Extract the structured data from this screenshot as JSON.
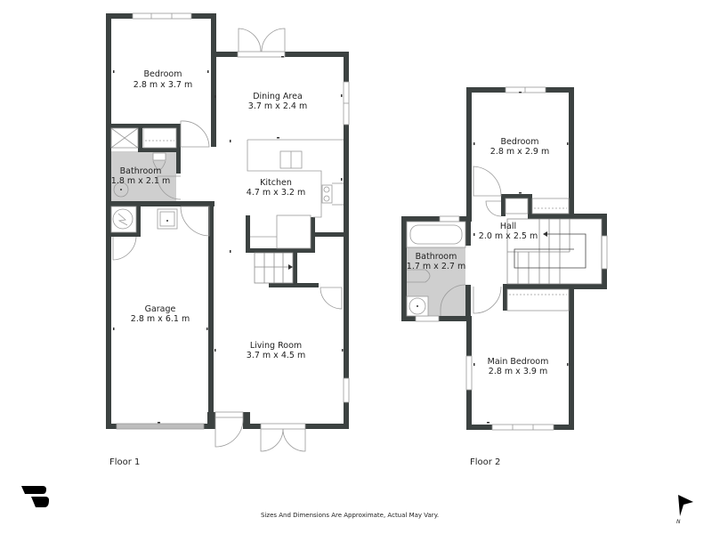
{
  "floors": [
    {
      "label": "Floor 1",
      "rooms": [
        {
          "name": "Bedroom",
          "size": "2.8 m x 3.7 m"
        },
        {
          "name": "Dining Area",
          "size": "3.7 m x 2.4 m"
        },
        {
          "name": "Bathroom",
          "size": "1.8 m x 2.1 m"
        },
        {
          "name": "Kitchen",
          "size": "4.7 m x 3.2 m"
        },
        {
          "name": "Garage",
          "size": "2.8 m x 6.1 m"
        },
        {
          "name": "Living Room",
          "size": "3.7 m x 4.5 m"
        }
      ]
    },
    {
      "label": "Floor 2",
      "rooms": [
        {
          "name": "Bedroom",
          "size": "2.8 m x 2.9 m"
        },
        {
          "name": "Hall",
          "size": "2.0 m x 2.5 m"
        },
        {
          "name": "Bathroom",
          "size": "1.7 m x 2.7 m"
        },
        {
          "name": "Main Bedroom",
          "size": "2.8 m x 3.9 m"
        }
      ]
    }
  ],
  "disclaimer": "Sizes And Dimensions Are Approximate, Actual May Vary.",
  "compass": {
    "label": "N",
    "icon": "north-arrow-icon"
  },
  "logo": {
    "icon": "brand-logo-icon"
  },
  "colors": {
    "wall": "#3c4241",
    "wet_area": "#cfcfcf",
    "fixture": "#9a9a9a",
    "background": "#ffffff"
  }
}
